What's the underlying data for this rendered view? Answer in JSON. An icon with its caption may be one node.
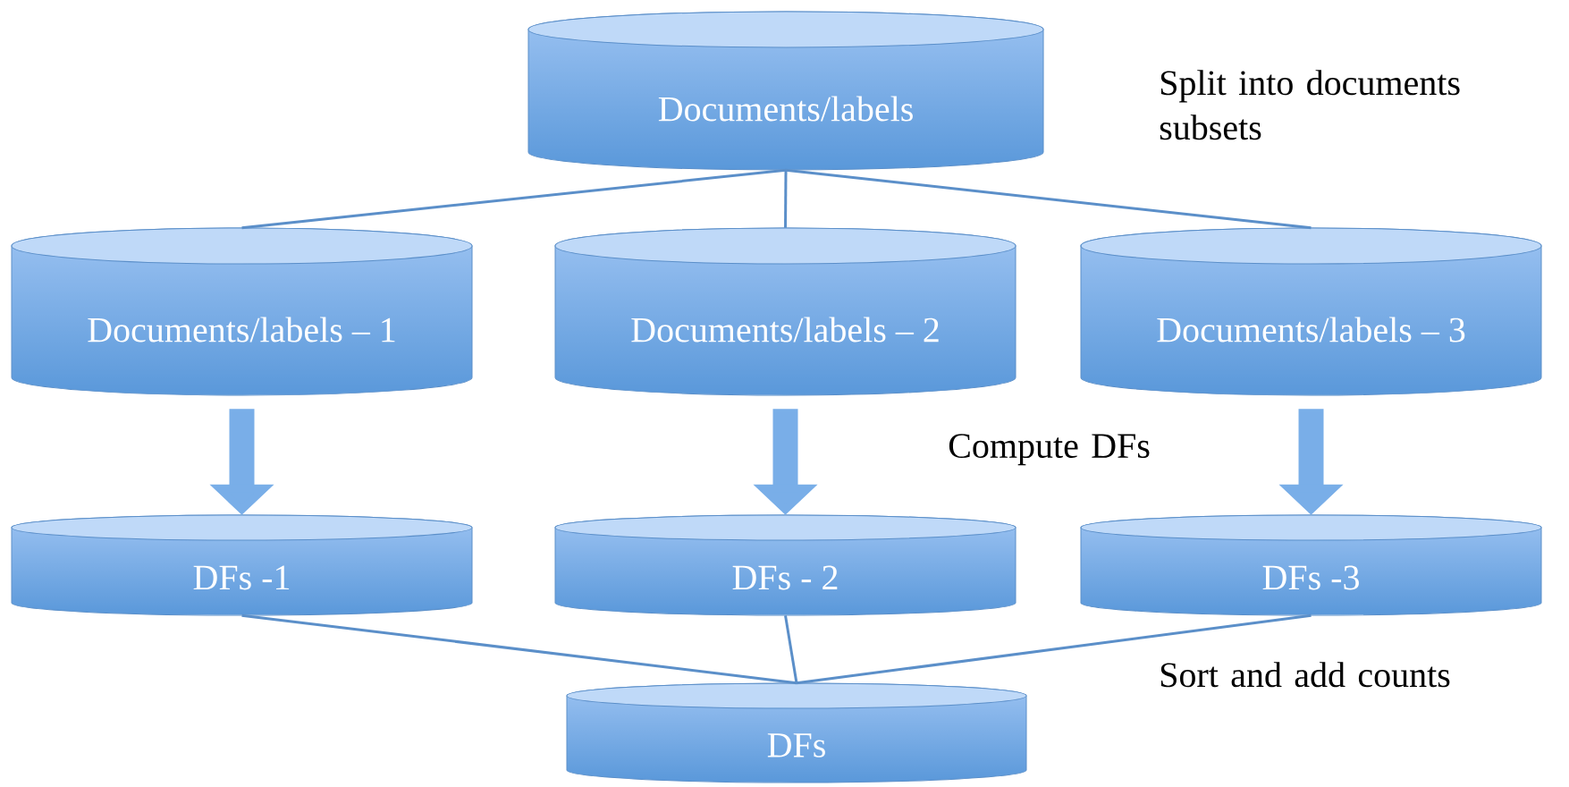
{
  "diagram": {
    "nodes": [
      {
        "text": [
          "Documents/labels"
        ]
      },
      {
        "text": [
          "Documents/labels – 1"
        ]
      },
      {
        "text": [
          "Documents/labels – 2"
        ]
      },
      {
        "text": [
          "Documents/labels – 3"
        ]
      },
      {
        "text": [
          "DFs -1"
        ]
      },
      {
        "text": [
          "DFs - 2"
        ]
      },
      {
        "text": [
          "DFs -3"
        ]
      },
      {
        "text": [
          "DFs"
        ]
      }
    ],
    "edges": [
      {
        "from": 0,
        "to": 1,
        "arrow": "none"
      },
      {
        "from": 0,
        "to": 2,
        "arrow": "none"
      },
      {
        "from": 0,
        "to": 3,
        "arrow": "none"
      },
      {
        "from": 1,
        "to": 4,
        "arrow": "to",
        "style": "thick"
      },
      {
        "from": 2,
        "to": 5,
        "arrow": "to",
        "style": "thick"
      },
      {
        "from": 3,
        "to": 6,
        "arrow": "to",
        "style": "thick"
      },
      {
        "from": 4,
        "to": 7,
        "arrow": "none"
      },
      {
        "from": 5,
        "to": 7,
        "arrow": "none"
      },
      {
        "from": 6,
        "to": 7,
        "arrow": "none"
      }
    ],
    "labels": [
      "Split into documents subsets",
      "Compute DFs",
      "Sort and add counts"
    ]
  }
}
